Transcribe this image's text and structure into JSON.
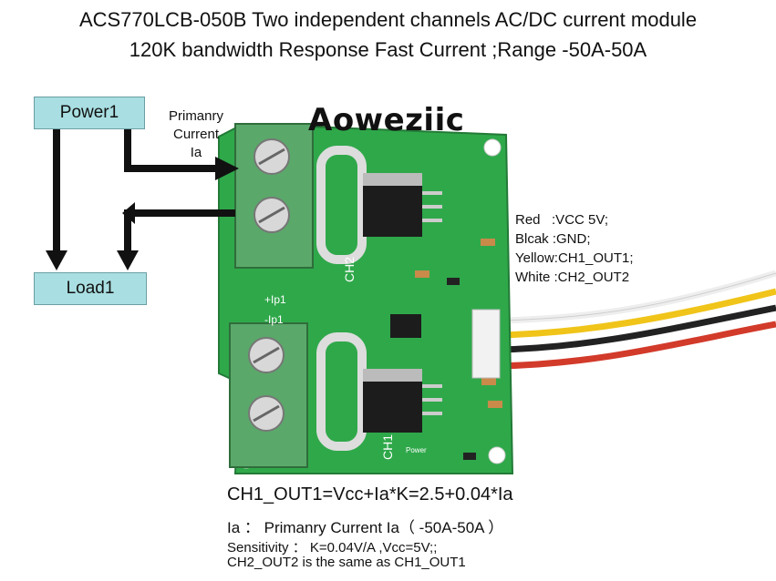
{
  "title": {
    "line1": "ACS770LCB-050B Two independent channels AC/DC current module",
    "line2": "120K bandwidth Response Fast Current ;Range -50A-50A"
  },
  "diagram": {
    "power": "Power1",
    "load": "Load1",
    "primary_current": [
      "Primanry",
      "Current",
      "Ia"
    ]
  },
  "brand": "Aoweziic",
  "wiring": [
    "Red   :VCC 5V;",
    "Blcak :GND;",
    "Yellow:CH1_OUT1;",
    "White :CH2_OUT2"
  ],
  "board_labels": {
    "ch1": "CH1",
    "ch2": "CH2",
    "ip_plus": "+Ip1",
    "ip_minus": "-Ip1",
    "power": "Power"
  },
  "formula": "CH1_OUT1=Vcc+Ia*K=2.5+0.04*Ia",
  "notes": {
    "ia": "Ia ： Primanry Current Ia（ -50A-50A ）",
    "sensitivity": "Sensitivity ： K=0.04V/A ,Vcc=5V;;",
    "ch2": "CH2_OUT2 is the same as CH1_OUT1"
  },
  "colors": {
    "pcb": "#2fa84a",
    "terminal": "#5aa86a",
    "box": "#a9dfe2",
    "wire_red": "#d23a2a",
    "wire_black": "#222222",
    "wire_yellow": "#f0c419",
    "wire_white": "#eeeeee"
  }
}
